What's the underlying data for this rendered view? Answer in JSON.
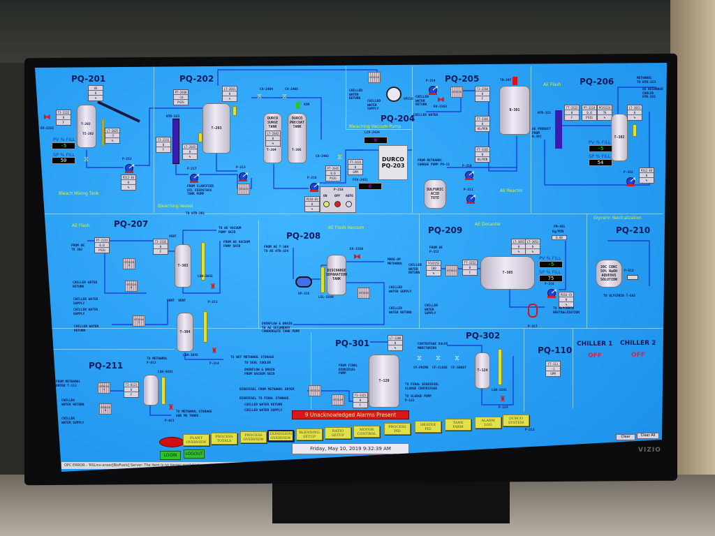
{
  "pq201": {
    "title": "PQ-201",
    "subtitle": "Bleach Mixing Tank",
    "tank": "T-202",
    "tank_sub": "TI-262",
    "valve": "EV-2222",
    "pump": "P-212",
    "pv_label": "PV % FILL",
    "pv": "-5",
    "sp_label": "SP % FILL",
    "sp": "50",
    "inst": [
      {
        "tag": "US",
        "value": "0",
        "unit": "%"
      },
      {
        "tag": "TI-2222",
        "value": "0",
        "unit": "F"
      },
      {
        "tag": "LT-2025",
        "value": "-5",
        "unit": "%"
      },
      {
        "tag": "P212-EV",
        "value": "0",
        "unit": "%"
      }
    ]
  },
  "pq202": {
    "title": "PQ-202",
    "subtitle": "Bleaching Vessel",
    "tank": "T-203",
    "heater": "HTR-223",
    "pump1": "P-217",
    "pump2": "P-213",
    "exchanger": "HT2025",
    "feed_label": "FROM CLARIFIED\nOIL FEEDSTACK\nTANK PUMP",
    "to_label": "TO HTR-201",
    "inst": [
      {
        "tag": "PT-2030",
        "value": "-14",
        "unit": "PSIG"
      },
      {
        "tag": "LT-2031",
        "value": "0",
        "unit": "%"
      },
      {
        "tag": "TI-2231",
        "value": "0",
        "unit": "F"
      },
      {
        "tag": "LT-2035",
        "value": "0",
        "unit": "%"
      }
    ],
    "cv1": "CV-2404",
    "cv2": "CV-2405",
    "air": "AIR",
    "surge_tank": "DURCO\nSURGE\nTANK",
    "surge_id": "T-204",
    "precoat_tank": "DURCO\nPRECOAT\nTANK",
    "precoat_id": "T-205",
    "cv3": "CV-2402",
    "pump3": "P-218",
    "inst2": [
      {
        "tag": "LT-2042",
        "value": "0",
        "unit": "%"
      },
      {
        "tag": "PT-2045",
        "value": "0.0",
        "unit": "PSIG"
      },
      {
        "tag": "P218-EV",
        "value": "0",
        "unit": "%"
      },
      {
        "tag": "FT-2431",
        "value": "0",
        "unit": "GPM"
      }
    ],
    "lcv": "LCV-2434",
    "lcv_value": "0",
    "fcv": "FCV-2431",
    "fcv_value": "0",
    "control": {
      "title": "P-218",
      "on": "ON",
      "off": "OFF",
      "auto": "AUTO"
    }
  },
  "pq203": {
    "title": "DURCO\nPQ-203"
  },
  "pq204": {
    "title": "PQ-204",
    "subtitle": "Bleaching Vacuum Pump",
    "exchanger": "HT2026",
    "return_label": "CHILLED\nWATER\nRETURN",
    "supply_label": "CHILLED\nWATER\nSUPPLY",
    "pump": "VP216"
  },
  "pq205": {
    "title": "PQ-205",
    "subtitle": "AE Reactor",
    "pump1": "P-314",
    "exchanger": "HT3026",
    "return_label": "CHILLED\nWATER\nRETURN",
    "valve": "EV-2263",
    "chilled_label": "CHILLED WATER",
    "agitator": "TR-347",
    "reactor": "R-301",
    "feed_label": "FROM METHANOL\nCHARGE PUMP P9-11",
    "pump2": "P-310",
    "pump3": "P-311",
    "tote": "SULFURIC\nACID\nTOTE",
    "inst": [
      {
        "tag": "TI-2264",
        "value": "0",
        "unit": "F"
      },
      {
        "tag": "FT-3101",
        "value": "0",
        "unit": "KG/MIN"
      },
      {
        "tag": "FT-3102",
        "value": "0",
        "unit": "KG/MIN"
      }
    ]
  },
  "pq206": {
    "title": "PQ-206",
    "subtitle": "AE Flash",
    "heater": "HTR-322",
    "tank": "T-302",
    "pump": "P-312",
    "product_label": "AE PRODUCT\nFROM\nR-301",
    "methanol_label": "METHANOL\nTO HTR-323",
    "cooler_label": "AE RECHARGE\nCOOLER\nHTR-325",
    "pv_label": "PV % FILL",
    "pv": "-5",
    "sp_label": "SP % FILL",
    "sp": "54",
    "inst": [
      {
        "tag": "TT-3222",
        "value": "0",
        "unit": "F"
      },
      {
        "tag": "PT-3224",
        "value": "0.0",
        "unit": "PSIG"
      },
      {
        "tag": "PCV3224",
        "value": "76",
        "unit": "%"
      },
      {
        "tag": "LT-3021",
        "value": "0",
        "unit": "%"
      },
      {
        "tag": "P312-EV",
        "value": "0",
        "unit": "%"
      }
    ]
  },
  "pq207": {
    "title": "PQ-207",
    "subtitle": "AE Flash",
    "from_label": "FROM AE\nTK 302",
    "vent": "VENT",
    "vent2": "VENT  VENT",
    "tank1": "T-303",
    "tank2": "T-304",
    "lsh1": "LSH-3032",
    "lsh2": "LSH-3042",
    "pump1": "P-313",
    "pump2": "P-314",
    "hx_a": "HT3026\nA",
    "hx_b": "HT3026\nB",
    "hx_c": "HT3026\nC",
    "to_vac": "TO AE VACUUM\nPUMP SKID",
    "from_vac": "FROM AE VACUUM\nPUMP SKID",
    "cw1": "CHILLER WATER\nRETURN",
    "cw2": "CHILLER WATER\nSUPPLY",
    "cw3": "CHILLER WATER\nSUPPLY",
    "cw4": "CHILLER WATER\nRETURN",
    "wet_label": "TO WET METHANOL STORAGE",
    "seal_label": "TO SEAL COOLER",
    "overflow_label": "OVERFLOW & DRAIN\nFROM VACUUM SKID",
    "inst": [
      {
        "tag": "PT-2221",
        "value": "0.0",
        "unit": "PSIG"
      },
      {
        "tag": "TI-3332",
        "value": "0",
        "unit": "F"
      }
    ]
  },
  "pq208": {
    "title": "PQ-208",
    "subtitle": "AE Flash Vacuum",
    "from_label": "FROM AE T-309\nTO AE HTR-324",
    "valve": "EV-3150",
    "makeup_label": "MAKE-UP\nMETHANOL",
    "tank": "DISCHARGE\nSEPARATION\nTANK",
    "lsl": "LSL-3269",
    "pump": "VP-315",
    "exchanger": "HT3026",
    "supply_label": "CHILLED\nWATER SUPPLY",
    "return_label": "CHILLED\nWATER RETURN",
    "overflow_label": "OVERFLOW & DRAIN\nTO AE SECONDARY\nCONDENSATE TANK PUMP"
  },
  "pq209": {
    "title": "PQ-209",
    "subtitle": "AE Decanter",
    "from_label": "FROM AE\nP-312",
    "return_label": "CHILLER\nWATER\nRETURN",
    "supply_label": "CHILLER\nWATER\nSUPPLY",
    "exchanger": "HT3025",
    "tank": "T-305",
    "pump1": "P-316",
    "pump2": "P-317",
    "glycerin_label": "TO GLYCERIN\nNEUTRALIZATION",
    "pv_label": "PV % FILL",
    "pv": "-5",
    "sp_label": "SP % FILL",
    "sp": "75",
    "flow": {
      "tag": "FM-401",
      "unit": "Kg/MIN",
      "value": "0.00"
    },
    "inst": [
      {
        "tag": "TCV3252",
        "value": "100",
        "unit": "%"
      },
      {
        "tag": "TT-3252",
        "value": "0",
        "unit": "F"
      },
      {
        "tag": "LT-3052",
        "value": "0",
        "unit": "%"
      },
      {
        "tag": "LT-3053",
        "value": "0",
        "unit": "%"
      },
      {
        "tag": "P316-CV",
        "value": "0",
        "unit": "%"
      }
    ]
  },
  "pq210": {
    "title": "PQ-210",
    "subtitle": "Glycerin Neutralization",
    "tank": "20C CONC\n50% NaOH\nAQUEOUS\nSOLUTION",
    "pump": "P-512",
    "to_label": "TO GLYCERIN T-502"
  },
  "pq211": {
    "title": "PQ-211",
    "from_label": "FROM METHANOL\nDRYER T-113",
    "to_label": "TO METHANOL\nP-812",
    "hx_a": "HT8026\nA",
    "hx_b": "HT8026\nB",
    "return_label": "CHILLER\nWATER RETURN",
    "supply_label": "CHILLER\nWATER SUPPLY",
    "lsh": "LSH-9161",
    "pump": "P-821",
    "storage_label": "TO METHANOL STORAGE\nAND MG TANKS",
    "inst": [
      {
        "tag": "TI-8121",
        "value": "0",
        "unit": "F"
      }
    ]
  },
  "pq301": {
    "title": "PQ-301",
    "tank": "T-120",
    "from_label": "FROM FINAL\nBIODIESEL\nPUMP",
    "bd_from": "BIODIESEL FROM METHANOL DRYER",
    "bd_to": "BIODIESEL TO FINAL STORAGE",
    "cw_return": "CHILLED WATER RETURN",
    "cw_supply": "CHILLED WATER SUPPLY",
    "hx1": "HT3026",
    "hx2": "HT3026",
    "centrifuge_label": "TO FINAL BIODIESEL\nSLUDGE CENTRIFUGE",
    "sludge_label": "TO SLUDGE PUMP\nP-123",
    "inst": [
      {
        "tag": "LT-1200",
        "value": "0",
        "unit": "%"
      },
      {
        "tag": "TI-1321",
        "value": "0",
        "unit": "F"
      }
    ]
  },
  "pq302": {
    "title": "PQ-302",
    "monitor_label": "CENTRIFUGE VALVE\nMONITORING",
    "valves": [
      "CF-PRIME",
      "CF-CLOSE",
      "CF-SHOOT"
    ],
    "tank": "T-124",
    "lsh": "LSH-1241",
    "pump": "P-123"
  },
  "pq110": {
    "title": "PQ-110",
    "inst": {
      "tag": "FT-111",
      "value": "-1",
      "unit": "GPM"
    }
  },
  "chillers": [
    {
      "name": "CHILLER 1",
      "status": "OFF"
    },
    {
      "name": "CHILLER 2",
      "status": "OFF"
    }
  ],
  "alarm_banner": "9 Unacknowledged Alarms Present",
  "datetime": "Friday, May 10, 2019  9:32:39 AM",
  "nav": [
    {
      "label": "PLANT\nOVERVIEW"
    },
    {
      "label": "PROCESS\nTOTALS"
    },
    {
      "label": "PROCESS\nOVERVIEW"
    },
    {
      "label": "EXPANSION\nOVERVIEW",
      "active": true
    },
    {
      "label": "BLENDING\nSETUP"
    },
    {
      "label": "RATIO\nSETUP"
    },
    {
      "label": "MOTOR\nCONTROL"
    },
    {
      "label": "PROCESS\nPID"
    },
    {
      "label": "HEATER\nPID"
    },
    {
      "label": "TANK\nFARM"
    },
    {
      "label": "ALARM\nLOG"
    },
    {
      "label": "DURCO\nSYSTEM"
    }
  ],
  "nav_footnote": "P-213",
  "login": "LOGIN",
  "logout": "LOGOUT",
  "clear": "Clear",
  "clear_all": "Clear All",
  "status_bar": "OPC ERROR - 'RSLinx-enser[BioFuels] Server: The item is no longer available'",
  "monitor_brand": "VIZIO",
  "colors": {
    "screen": "#1f95ee",
    "pipe": "#1a2fd0",
    "title": "#0d1a5c",
    "alarm": "#d81818",
    "button": "#e0e04a"
  }
}
